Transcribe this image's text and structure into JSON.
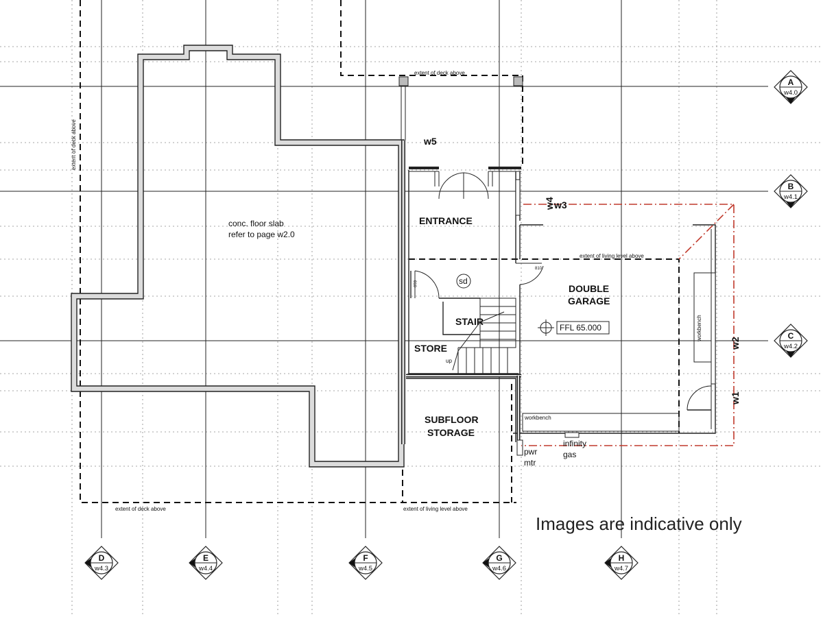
{
  "annotations": {
    "deck_above_top": "extent of deck above",
    "deck_above_left": "extent of deck above",
    "deck_above_bottom": "extent of deck above",
    "living_above_top": "extent of living level above",
    "living_above_bottom": "extent of living level above",
    "slab_line1": "conc. floor slab",
    "slab_line2": "refer to page w2.0",
    "disclaimer": "Images are indicative only"
  },
  "rooms": {
    "entrance": "ENTRANCE",
    "garage_line1": "DOUBLE",
    "garage_line2": "GARAGE",
    "stair": "STAIR",
    "store": "STORE",
    "subfloor_line1": "SUBFLOOR",
    "subfloor_line2": "STORAGE"
  },
  "labels": {
    "sd": "sd",
    "ffl": "FFL 65.000",
    "workbench_side": "workbench",
    "workbench_bottom": "workbench",
    "up": "up",
    "door_size_1": "810",
    "door_size_2": "810",
    "pwr": "pwr",
    "mtr": "mtr",
    "infinity": "infinity",
    "gas": "gas"
  },
  "walls": {
    "w1": "w1",
    "w2": "w2",
    "w3": "w3",
    "w4": "w4",
    "w5": "w5"
  },
  "grid_markers": {
    "A": {
      "letter": "A",
      "ref": "w4.0"
    },
    "B": {
      "letter": "B",
      "ref": "w4.1"
    },
    "C": {
      "letter": "C",
      "ref": "w4.2"
    },
    "D": {
      "letter": "D",
      "ref": "w4.3"
    },
    "E": {
      "letter": "E",
      "ref": "w4.4"
    },
    "F": {
      "letter": "F",
      "ref": "w4.5"
    },
    "G": {
      "letter": "G",
      "ref": "w4.6"
    },
    "H": {
      "letter": "H",
      "ref": "w4.7"
    }
  },
  "colors": {
    "line": "#222222",
    "wall_fill": "#e3e3e3",
    "boundary_red": "#c0392b",
    "background": "#ffffff"
  }
}
